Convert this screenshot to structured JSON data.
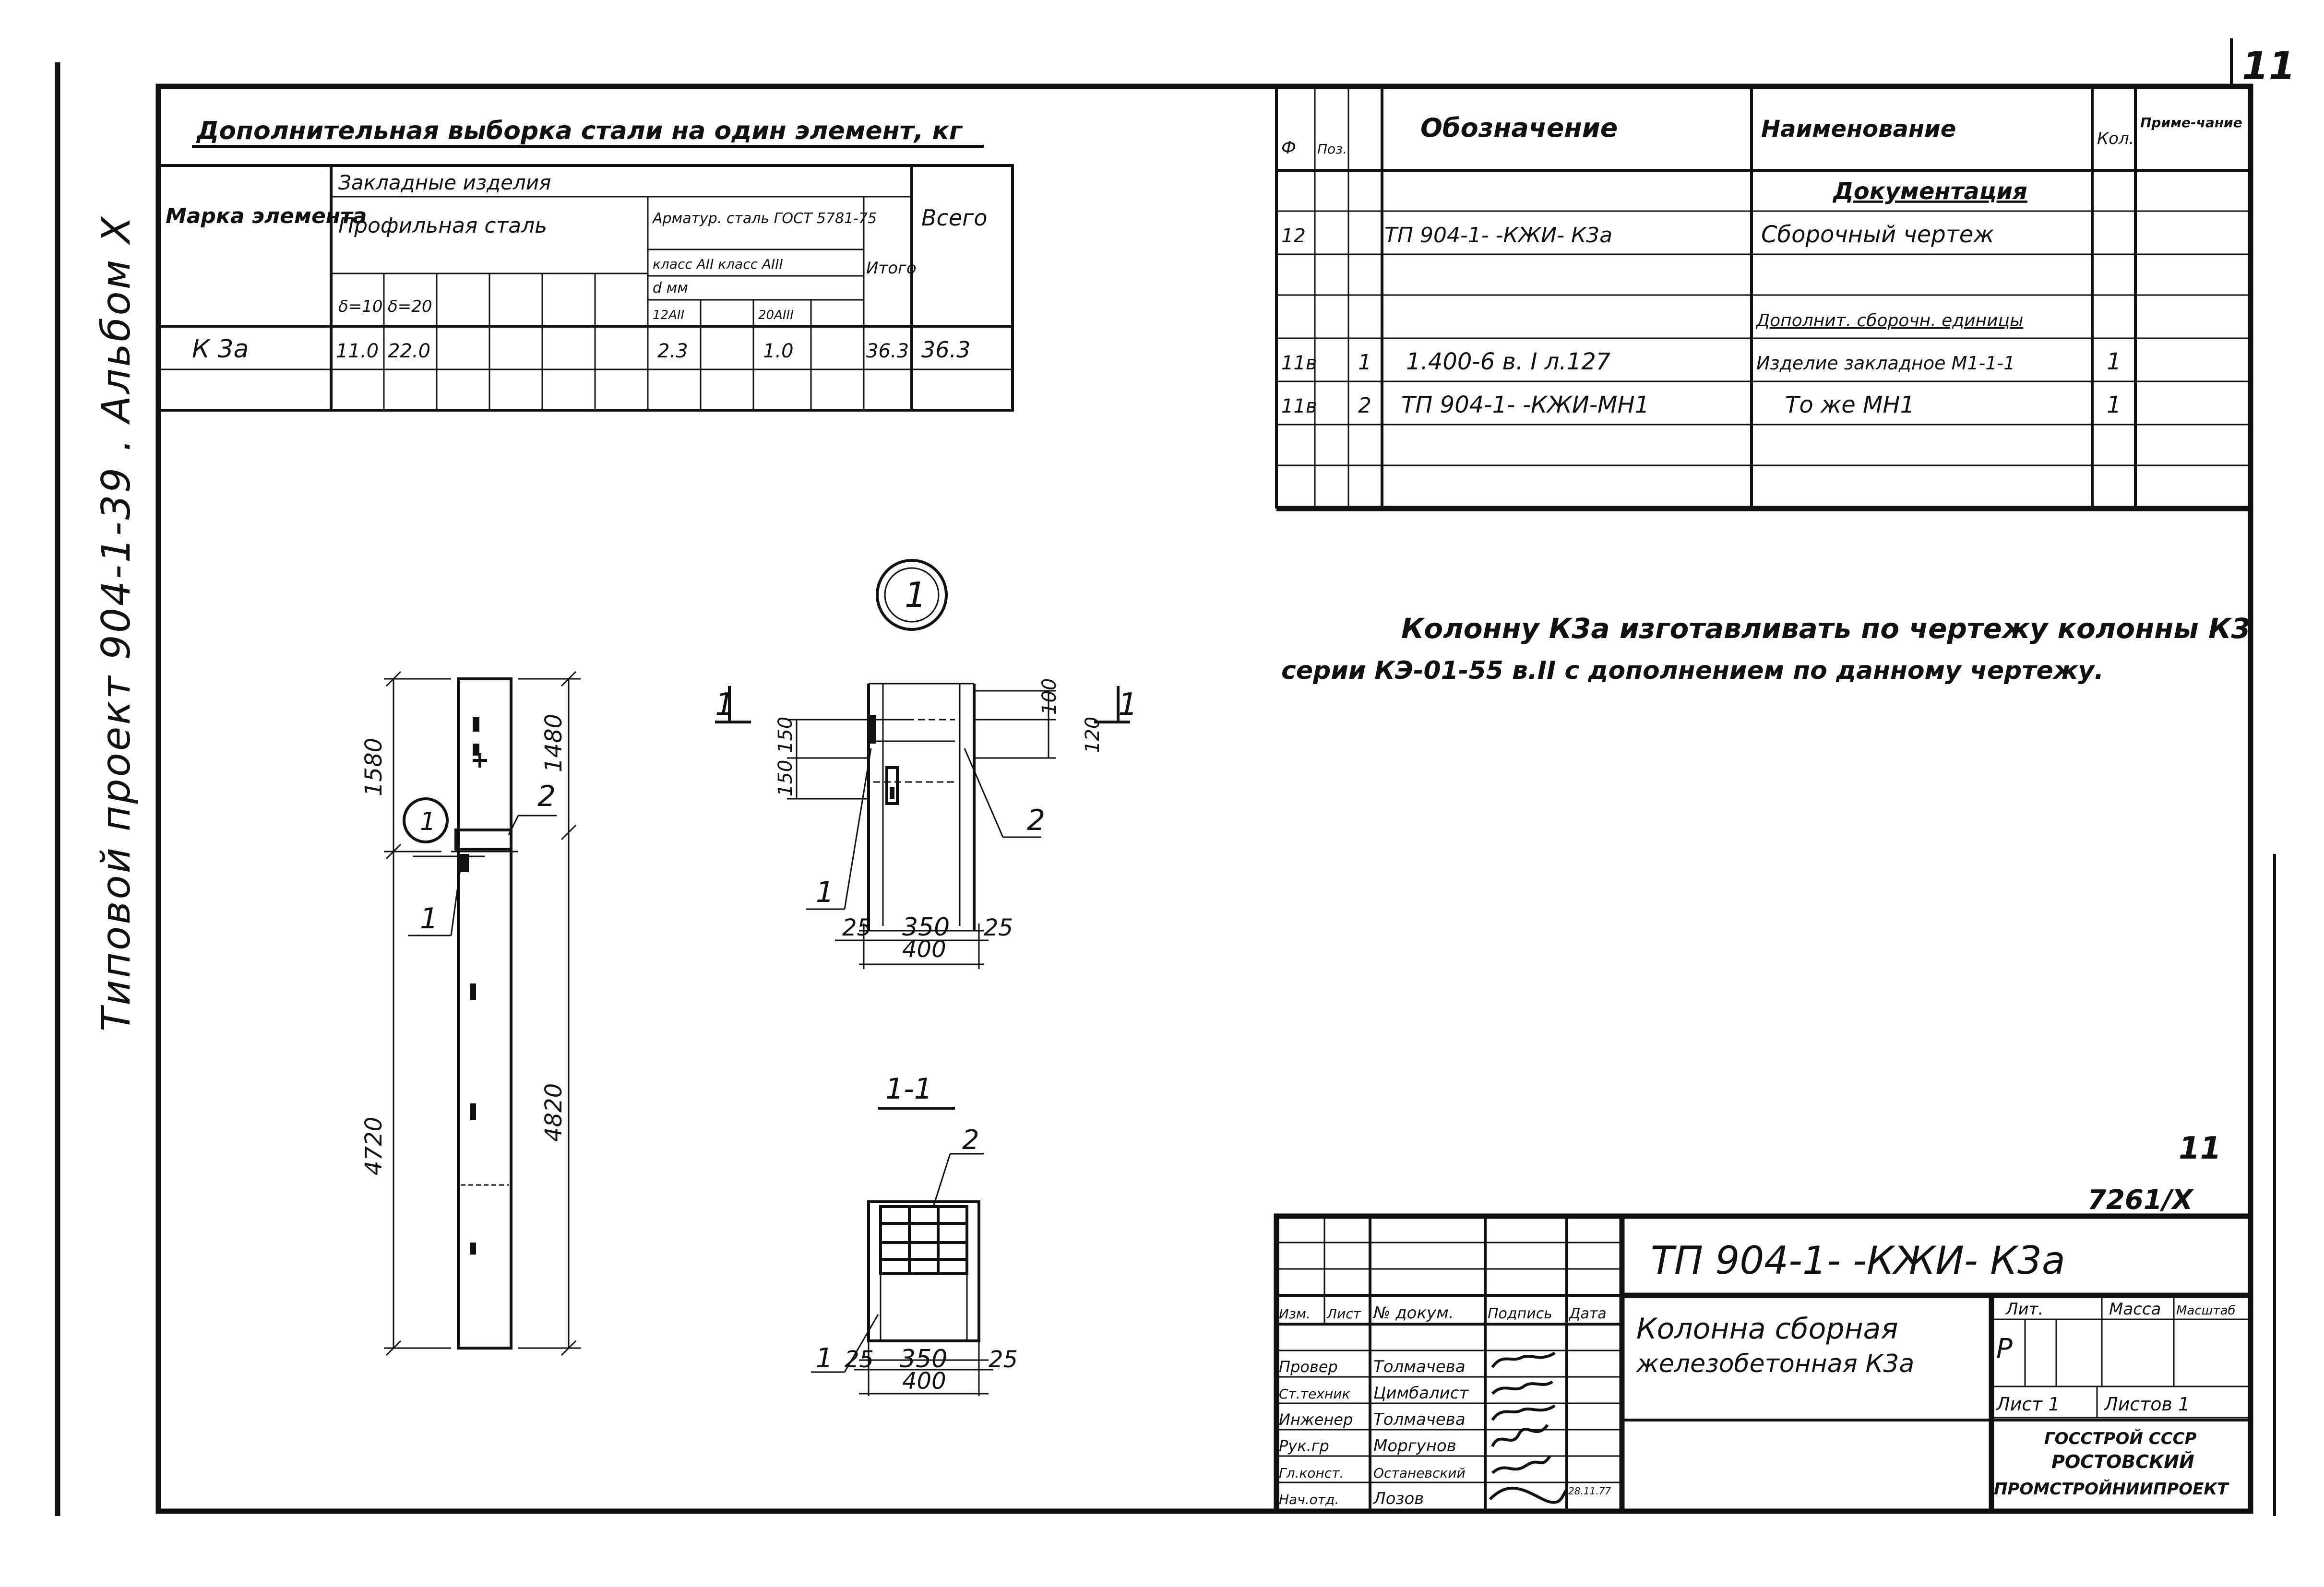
{
  "side_caption": "Типовой проект 904-1-39 . Альбом X",
  "page_number": "11",
  "steel_table": {
    "title": "Дополнительная выборка стали на один элемент, кг",
    "h_marka": "Марка элемента",
    "h_zakladnye": "Закладные изделия",
    "h_profil": "Профильная сталь",
    "h_armatura": "Арматур. сталь ГОСТ 5781-75",
    "h_klass": "класс АII класс АIII",
    "h_dmm": "d мм",
    "h_d1": "δ=10",
    "h_d2": "δ=20",
    "h_a1": "12АII",
    "h_a2": "20АIII",
    "h_itogo": "Итого",
    "h_vsego": "Всего",
    "row": {
      "mark": "К 3а",
      "v1": "11.0",
      "v2": "22.0",
      "v3": "2.3",
      "v4": "1.0",
      "itogo": "36.3",
      "vsego": "36.3"
    }
  },
  "spec_table": {
    "h_format": "Ф",
    "h_pos": "Поз.",
    "h_oboz": "Обозначение",
    "h_naim": "Наименование",
    "h_kol": "Кол.",
    "h_prim": "Приме-чание",
    "r1_naim": "Документация",
    "r2_f": "12",
    "r2_oboz": "ТП 904-1- -КЖИ- К3а",
    "r2_naim": "Сборочный чертеж",
    "r4_naim": "Дополнит. сборочн. единицы",
    "r5_f": "11в",
    "r5_pos": "1",
    "r5_oboz": "1.400-6 в. I л.127",
    "r5_naim": "Изделие закладное М1-1-1",
    "r5_kol": "1",
    "r6_f": "11в",
    "r6_pos": "2",
    "r6_oboz": "ТП 904-1- -КЖИ-МН1",
    "r6_naim": "То же      МН1",
    "r6_kol": "1"
  },
  "note": {
    "line1": "Колонну К3а изготавливать по чертежу колонны К3",
    "line2": "серии КЭ-01-55 в.II с дополнением по данному чертежу."
  },
  "column_view": {
    "dim_top_left": "1580",
    "dim_top_right": "1480",
    "dim_bottom_left": "4720",
    "dim_bottom_right": "4820",
    "callout": "1",
    "lbl_pos1": "1",
    "lbl_pos2": "2"
  },
  "detail_view": {
    "callout": "1",
    "section_mark": "1",
    "dim_150a": "150",
    "dim_150b": "150",
    "dim_100": "100",
    "dim_120": "120",
    "dim_25a": "25",
    "dim_350": "350",
    "dim_25b": "25",
    "dim_400": "400",
    "lbl_pos1": "1",
    "lbl_pos2": "2"
  },
  "section_view": {
    "title": "1-1",
    "dim_25a": "25",
    "dim_350": "350",
    "dim_25b": "25",
    "dim_400": "400",
    "lbl_pos1": "1",
    "lbl_pos2": "2"
  },
  "sheet_marks": {
    "mark_11": "11",
    "mark_7261": "7261/X"
  },
  "title_block": {
    "code": "ТП 904-1-   -КЖИ- К3а",
    "name_line1": "Колонна сборная",
    "name_line2": "железобетонная К3а",
    "h_izm": "Изм.",
    "h_list": "Лист",
    "h_ndok": "№ докум.",
    "h_podp": "Подпись",
    "h_data": "Дата",
    "r1_role": "Провер",
    "r1_name": "Толмачева",
    "r2_role": "Ст.техник",
    "r2_name": "Цимбалист",
    "r3_role": "Инженер",
    "r3_name": "Толмачева",
    "r4_role": "Рук.гр",
    "r4_name": "Моргунов",
    "r5_role": "Гл.конст.",
    "r5_name": "Останевский",
    "r6_role": "Нач.отд.",
    "r6_name": "Лозов",
    "date": "28.11.77",
    "h_lit": "Лит.",
    "h_massa": "Масса",
    "h_masshtab": "Масштаб",
    "lit_value": "Р",
    "h_sheet": "Лист 1",
    "h_sheets": "Листов 1",
    "org1": "ГОССТРОЙ СССР",
    "org2": "РОСТОВСКИЙ",
    "org3": "ПРОМСТРОЙНИИПРОЕКТ"
  }
}
